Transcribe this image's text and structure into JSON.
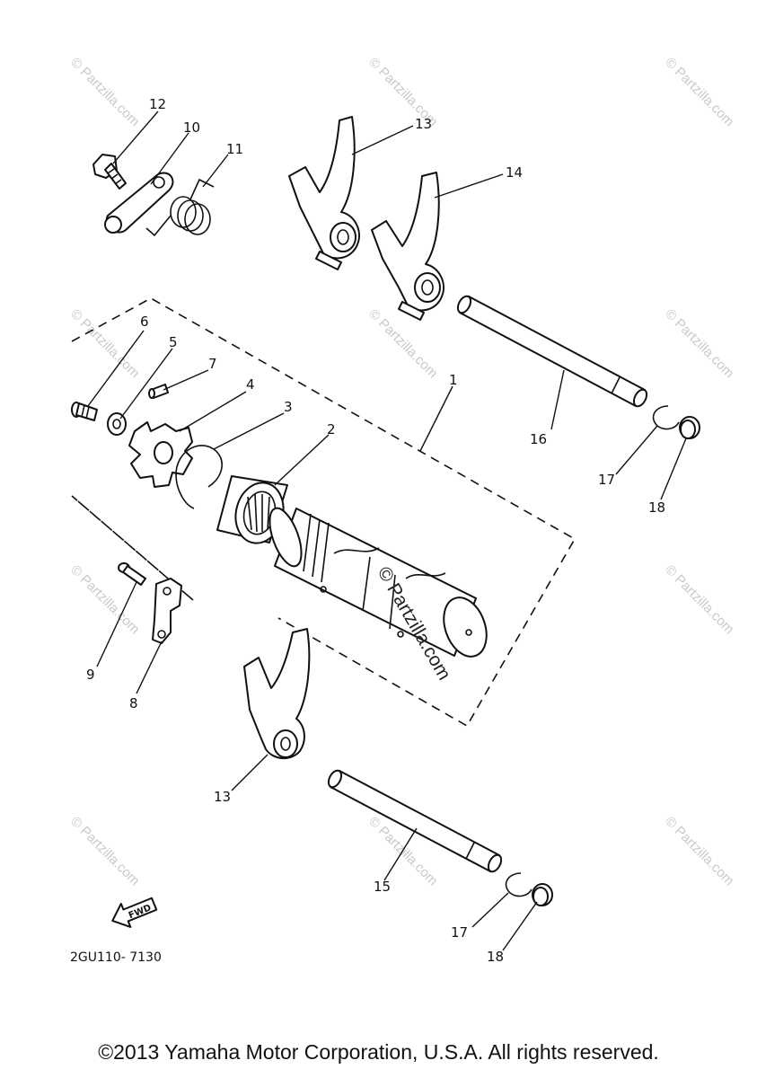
{
  "callouts": {
    "c1": "1",
    "c2": "2",
    "c3": "3",
    "c4": "4",
    "c5": "5",
    "c6": "6",
    "c7": "7",
    "c8": "8",
    "c9": "9",
    "c10": "10",
    "c11": "11",
    "c12": "12",
    "c13a": "13",
    "c13b": "13",
    "c14": "14",
    "c15": "15",
    "c16": "16",
    "c17a": "17",
    "c17b": "17",
    "c18a": "18",
    "c18b": "18"
  },
  "fwd_label": "FWD",
  "diagram_code": "2GU110- 7130",
  "watermark": "© Partzilla.com",
  "center_watermark": "© Partzilla.com",
  "copyright": "©2013 Yamaha Motor Corporation, U.S.A. All rights reserved."
}
